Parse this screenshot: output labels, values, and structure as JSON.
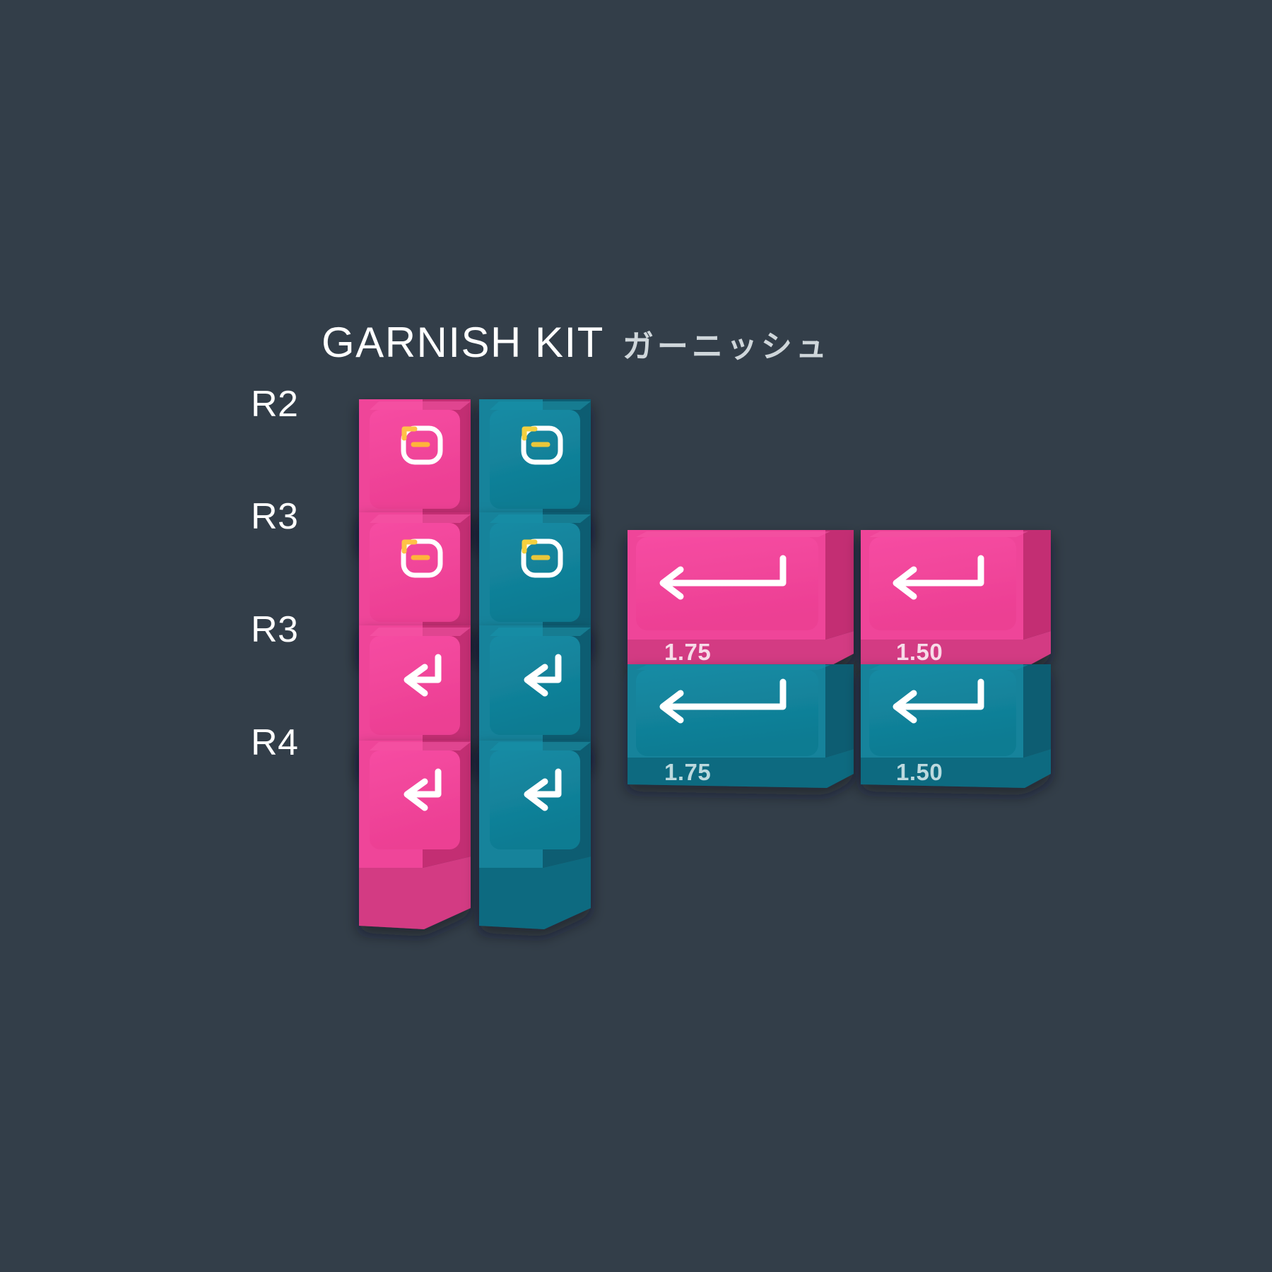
{
  "background_color": "#333e49",
  "title": {
    "main": "GARNISH KIT",
    "japanese": "ガーニッシュ"
  },
  "colors": {
    "pink_top": "#f0459a",
    "pink_side": "#c92e76",
    "pink_front": "#d8357f",
    "pink_left": "#e83d90",
    "teal_top": "#12839b",
    "teal_side": "#0b5f74",
    "teal_front": "#0d6c80",
    "teal_left": "#11798f",
    "legend_white": "#ffffff",
    "legend_accent": "#ffc94a",
    "label_white": "#ffffff",
    "jp_gray": "#cfd6da"
  },
  "rows": [
    {
      "label": "R2"
    },
    {
      "label": "R3"
    },
    {
      "label": "R3"
    },
    {
      "label": "R4"
    }
  ],
  "keycaps": [
    {
      "row": "R2",
      "color": "pink",
      "icon": "iso-enter-icon",
      "size": "1.00",
      "size_visible": false
    },
    {
      "row": "R2",
      "color": "teal",
      "icon": "iso-enter-icon",
      "size": "1.00",
      "size_visible": false
    },
    {
      "row": "R3",
      "color": "pink",
      "icon": "iso-enter-icon",
      "size": "1.00",
      "size_visible": false
    },
    {
      "row": "R3",
      "color": "teal",
      "icon": "iso-enter-icon",
      "size": "1.00",
      "size_visible": false
    },
    {
      "row": "R3",
      "color": "pink",
      "icon": "enter-arrow-icon",
      "size": "1.75",
      "size_visible": true
    },
    {
      "row": "R3",
      "color": "pink",
      "icon": "enter-arrow-icon",
      "size": "1.50",
      "size_visible": true
    },
    {
      "row": "R3",
      "color": "teal",
      "icon": "enter-arrow-icon",
      "size": "1.00",
      "size_visible": false
    },
    {
      "row": "R3",
      "color": "teal",
      "icon": "enter-arrow-icon",
      "size": "1.00",
      "size_visible": false
    },
    {
      "row": "R3",
      "color": "teal",
      "icon": "enter-arrow-icon",
      "size": "1.75",
      "size_visible": true
    },
    {
      "row": "R3",
      "color": "teal",
      "icon": "enter-arrow-icon",
      "size": "1.50",
      "size_visible": true
    },
    {
      "row": "R4",
      "color": "pink",
      "icon": "enter-arrow-icon",
      "size": "1.00",
      "size_visible": false
    },
    {
      "row": "R4",
      "color": "teal",
      "icon": "enter-arrow-icon",
      "size": "1.00",
      "size_visible": false
    }
  ],
  "size_labels": {
    "wide_175": "1.75",
    "wide_150": "1.50"
  }
}
